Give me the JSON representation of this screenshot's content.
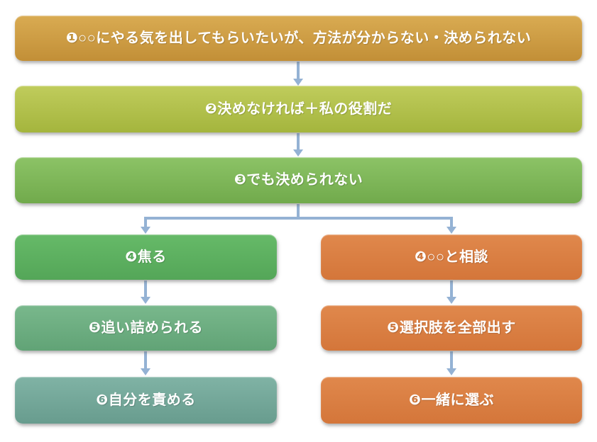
{
  "diagram": {
    "kind": "flowchart",
    "connector": {
      "color": "#94b2d4"
    },
    "nodes": [
      {
        "key": "step1",
        "label": "❶○○にやる気を出してもらいたいが、方法が分からない・決められない",
        "gradient": [
          "#d9ab52",
          "#c28f37"
        ]
      },
      {
        "key": "step2",
        "label": "❷決めなければ＋私の役割だ",
        "gradient": [
          "#c0cc5c",
          "#a4b53d"
        ]
      },
      {
        "key": "step3",
        "label": "❸でも決められない",
        "gradient": [
          "#8cc366",
          "#71aa4c"
        ]
      },
      {
        "key": "left4",
        "label": "❹焦る",
        "gradient": [
          "#66ba68",
          "#54a658"
        ]
      },
      {
        "key": "left5",
        "label": "❺追い詰められる",
        "gradient": [
          "#79b88c",
          "#61a376"
        ]
      },
      {
        "key": "left6",
        "label": "❻自分を責める",
        "gradient": [
          "#80b3a5",
          "#689c8e"
        ]
      },
      {
        "key": "right4",
        "label": "❹○○と相談",
        "gradient": [
          "#e0884c",
          "#d4763a"
        ]
      },
      {
        "key": "right5",
        "label": "❺選択肢を全部出す",
        "gradient": [
          "#e0884c",
          "#d4763a"
        ]
      },
      {
        "key": "right6",
        "label": "❻一緒に選ぶ",
        "gradient": [
          "#e0884c",
          "#d4763a"
        ]
      }
    ],
    "edges": [
      "step1->step2",
      "step2->step3",
      "step3->left4",
      "step3->right4",
      "left4->left5",
      "left5->left6",
      "right4->right5",
      "right5->right6"
    ]
  }
}
